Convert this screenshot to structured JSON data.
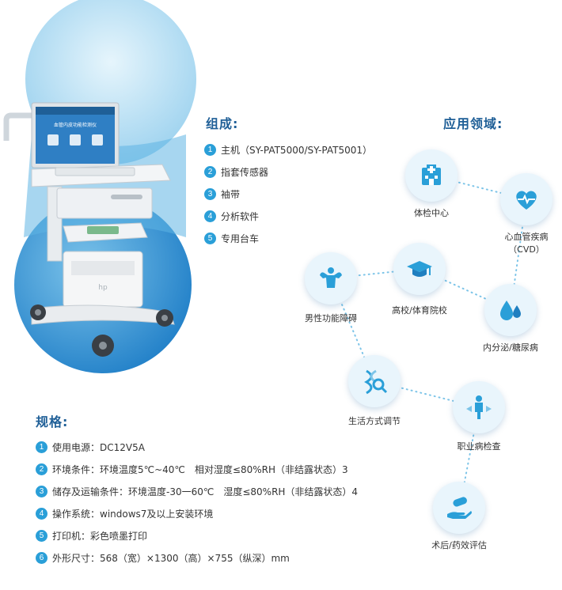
{
  "composition": {
    "title": "组成:",
    "items": [
      {
        "num": "1",
        "text": "主机（SY-PAT5000/SY-PAT5001）"
      },
      {
        "num": "2",
        "text": "指套传感器"
      },
      {
        "num": "3",
        "text": "袖带"
      },
      {
        "num": "4",
        "text": "分析软件"
      },
      {
        "num": "5",
        "text": "专用台车"
      }
    ]
  },
  "applications": {
    "title": "应用领域:",
    "nodes": [
      {
        "label": "体检中心",
        "icon": "hospital-icon"
      },
      {
        "label": "心血管疾病",
        "sub": "（CVD）",
        "icon": "heart-pulse-icon"
      },
      {
        "label": "高校/体育院校",
        "icon": "graduation-cap-icon"
      },
      {
        "label": "男性功能障碍",
        "icon": "muscle-icon"
      },
      {
        "label": "内分泌/糖尿病",
        "icon": "drops-icon"
      },
      {
        "label": "生活方式调节",
        "icon": "dna-search-icon"
      },
      {
        "label": "职业病检查",
        "icon": "worker-icon"
      },
      {
        "label": "术后/药效评估",
        "icon": "pill-hand-icon"
      }
    ]
  },
  "device": {
    "screen_title": "血管内皮功能检测仪"
  },
  "specs": {
    "title": "规格:",
    "items": [
      {
        "num": "1",
        "text": "使用电源：DC12V5A"
      },
      {
        "num": "2",
        "text": "环境条件：环境温度5℃~40℃　相对湿度≤80%RH（非结露状态）3"
      },
      {
        "num": "3",
        "text": "储存及运输条件：环境温度-30一60℃　湿度≤80%RH（非结露状态）4"
      },
      {
        "num": "4",
        "text": "操作系统：windows7及以上安装环境"
      },
      {
        "num": "5",
        "text": "打印机：彩色喷墨打印"
      },
      {
        "num": "6",
        "text": "外形尺寸：568（宽）×1300（高）×755（纵深）mm"
      }
    ]
  },
  "colors": {
    "accent": "#1f5f97",
    "badge": "#2a9fd8",
    "blob_light": "#d3ecf8",
    "blob_dark": "#2b8fd0"
  }
}
